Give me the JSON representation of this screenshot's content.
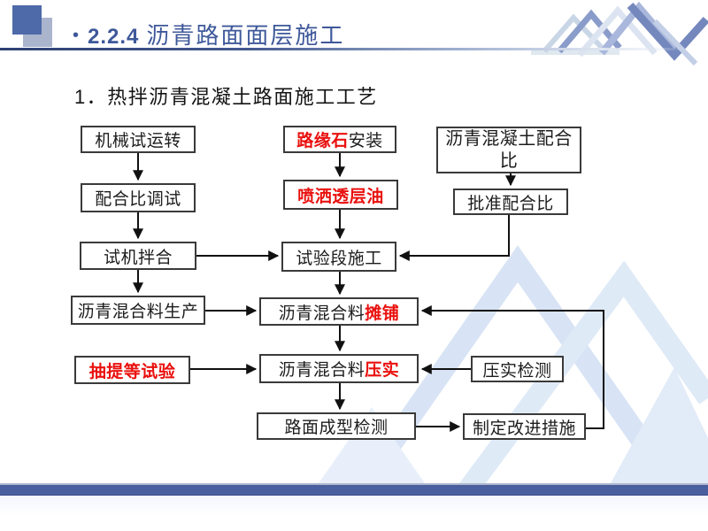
{
  "slide": {
    "title": {
      "bullet": "•",
      "number": "2.2.4",
      "text": "沥青路面面层施工"
    },
    "subtitle": "1．热拌沥青混凝土路面施工工艺"
  },
  "colors": {
    "title_blue": "#3e589a",
    "accent_red": "#e9100d",
    "box_border": "#3a3a3a",
    "bottom_bar_blue": "#4a5f9e",
    "watermark_blue": "#d4e2f4",
    "logo_blue_dark": "#7488be",
    "logo_blue_light": "#aab7dc"
  },
  "flowchart": {
    "boxes": {
      "jixieshiyunzhuan": {
        "text": "机械试运转"
      },
      "peihebitiaoshi": {
        "text": "配合比调试"
      },
      "shijibanhe": {
        "text": "试机拌合"
      },
      "hunheliaoshengchan": {
        "text": "沥青混合料生产"
      },
      "choutidengshiyan": {
        "text_red": "抽提等试验"
      },
      "luyuanshianzhuang": {
        "text_red": "路缘石",
        "text": "安装"
      },
      "pensatoucengyou": {
        "text_red": "喷洒透层油"
      },
      "shiyanduanshigong": {
        "text": "试验段施工"
      },
      "hunheliaotanpu": {
        "text": "沥青混合料",
        "text_red": "摊铺"
      },
      "hunheliaoyashi": {
        "text": "沥青混合料",
        "text_red": "压实"
      },
      "lumianchengxingjiance": {
        "text": "路面成型检测"
      },
      "hunningtupeihebi": {
        "text": "沥青混凝土配合比"
      },
      "pizhunpeihebi": {
        "text": "批准配合比"
      },
      "yashijiance": {
        "text": "压实检测"
      },
      "zhidinggaijincuoshi": {
        "text": "制定改进措施"
      }
    }
  }
}
